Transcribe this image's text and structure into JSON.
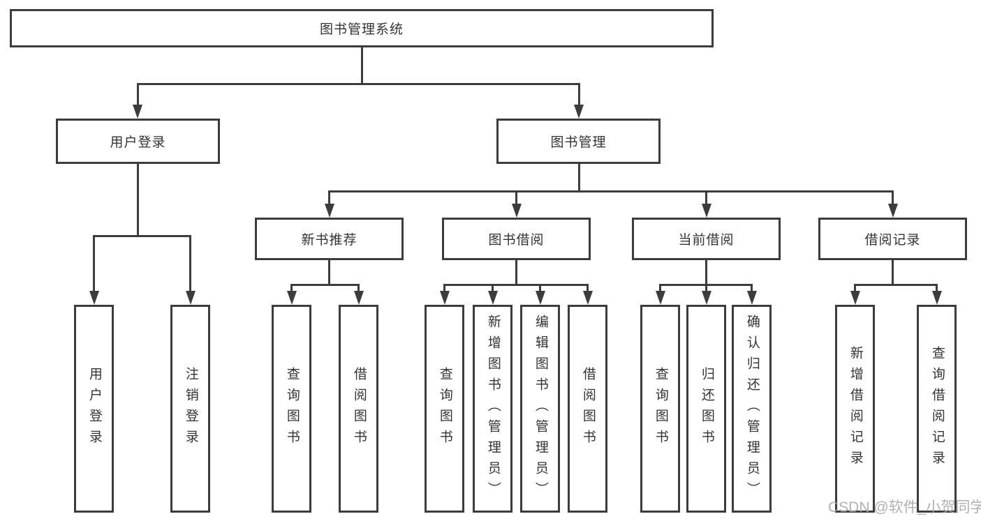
{
  "tree": {
    "root": {
      "label": "图书管理系统"
    },
    "user_branch": {
      "label": "用户登录",
      "children": [
        {
          "label": "用户登录"
        },
        {
          "label": "注销登录"
        }
      ]
    },
    "mgmt_branch": {
      "label": "图书管理",
      "groups": [
        {
          "label": "新书推荐",
          "children": [
            {
              "label": "查询图书"
            },
            {
              "label": "借阅图书"
            }
          ]
        },
        {
          "label": "图书借阅",
          "children": [
            {
              "label": "查询图书"
            },
            {
              "label": "新增图书（管理员）"
            },
            {
              "label": "编辑图书（管理员）"
            },
            {
              "label": "借阅图书"
            }
          ]
        },
        {
          "label": "当前借阅",
          "children": [
            {
              "label": "查询图书"
            },
            {
              "label": "归还图书"
            },
            {
              "label": "确认归还（管理员）"
            }
          ]
        },
        {
          "label": "借阅记录",
          "children": [
            {
              "label": "新增借阅记录"
            },
            {
              "label": "查询借阅记录"
            }
          ]
        }
      ]
    }
  },
  "watermark": "CSDN @软件_小贺同学",
  "colors": {
    "line": "#3c3c3c",
    "text": "#333333",
    "watermark": "#a6a6a6",
    "background": "#ffffff"
  }
}
